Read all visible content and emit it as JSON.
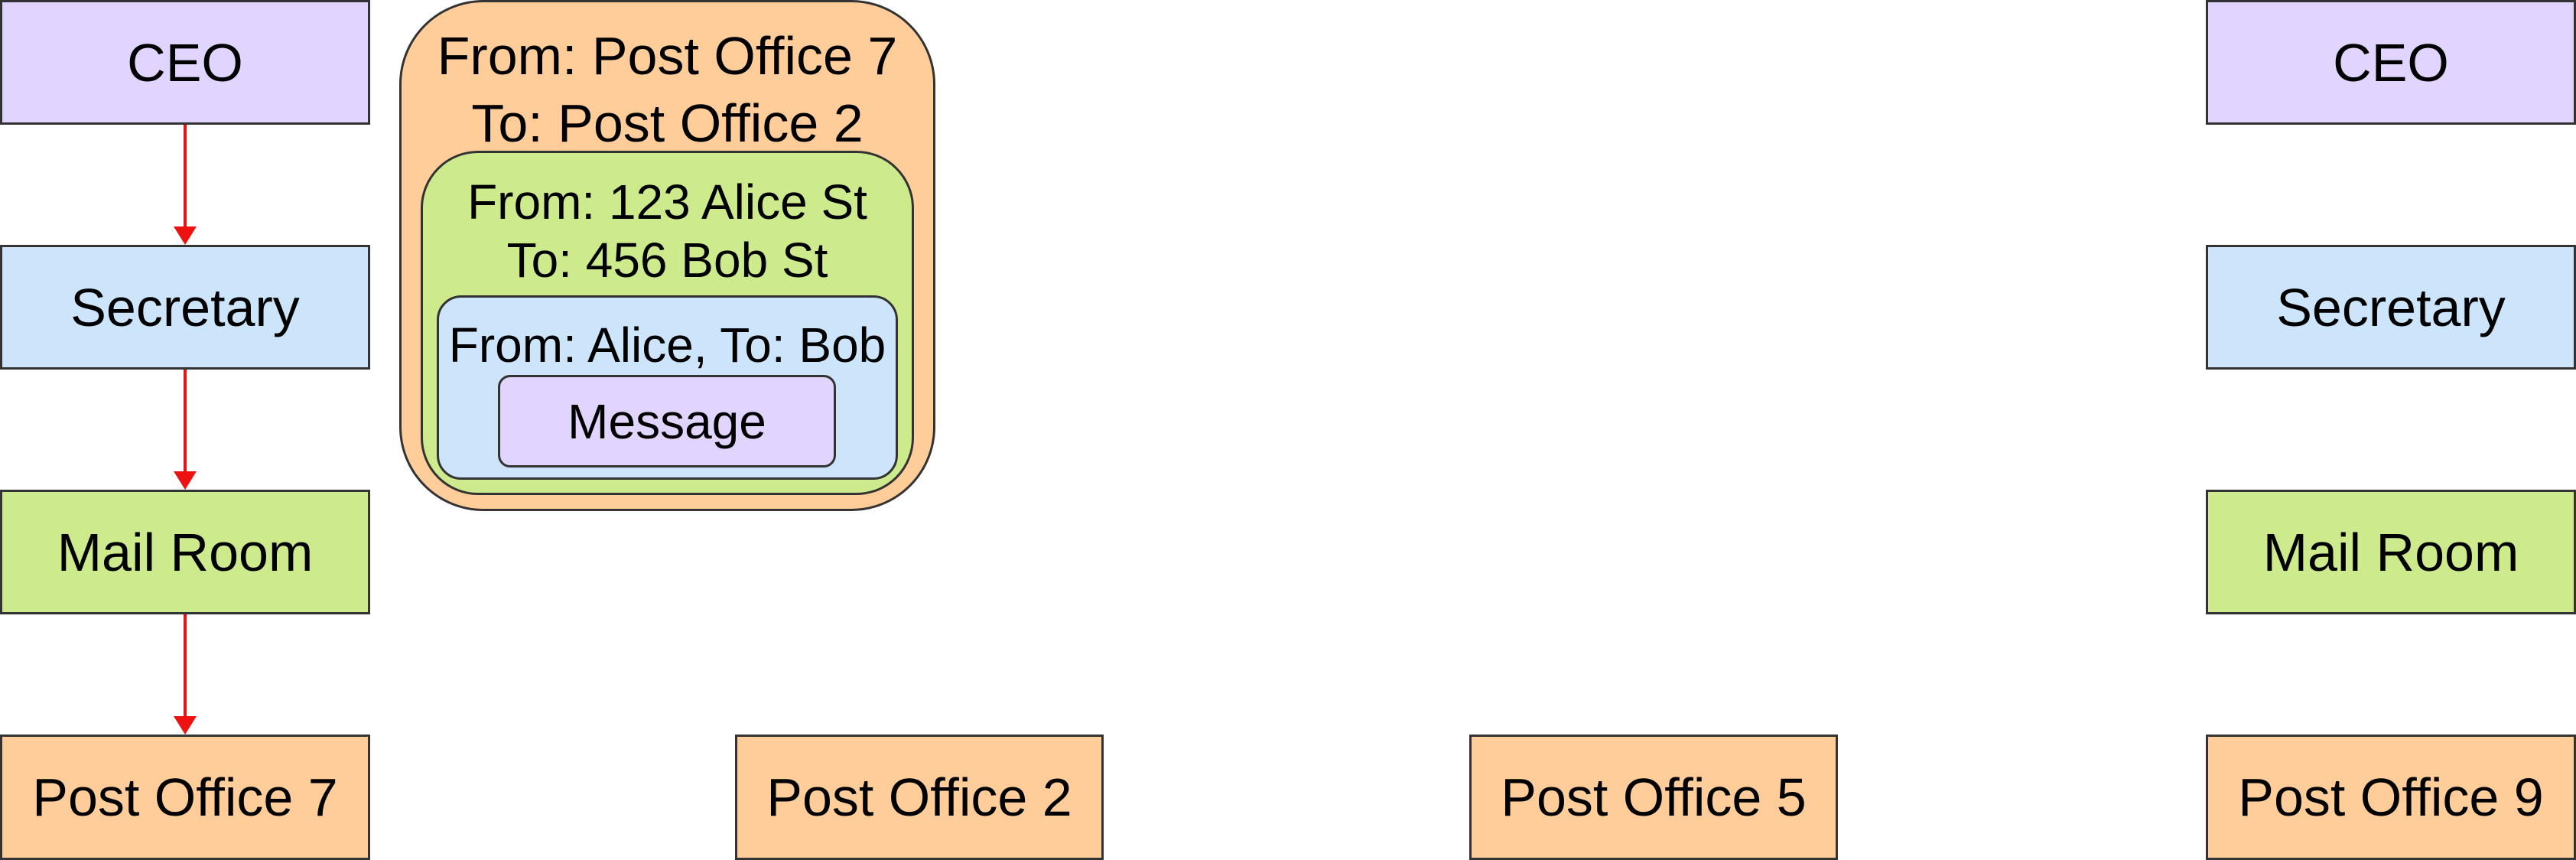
{
  "colors": {
    "purple": "#e1d5ff",
    "blue": "#cce5fb",
    "green": "#cdeb8c",
    "orange": "#ffcd99",
    "border": "#333333",
    "arrow": "#ee1111"
  },
  "left_stack": {
    "ceo": "CEO",
    "secretary": "Secretary",
    "mail_room": "Mail Room",
    "post_office": "Post Office 7"
  },
  "right_stack": {
    "ceo": "CEO",
    "secretary": "Secretary",
    "mail_room": "Mail Room",
    "post_office": "Post Office 9"
  },
  "middle_post_offices": [
    "Post Office 2",
    "Post Office 5"
  ],
  "envelope": {
    "outer": {
      "from": "From: Post Office 7",
      "to": "To: Post Office 2"
    },
    "address": {
      "from": "From: 123 Alice St",
      "to": "To: 456 Bob St"
    },
    "names": "From: Alice, To: Bob",
    "message": "Message"
  }
}
